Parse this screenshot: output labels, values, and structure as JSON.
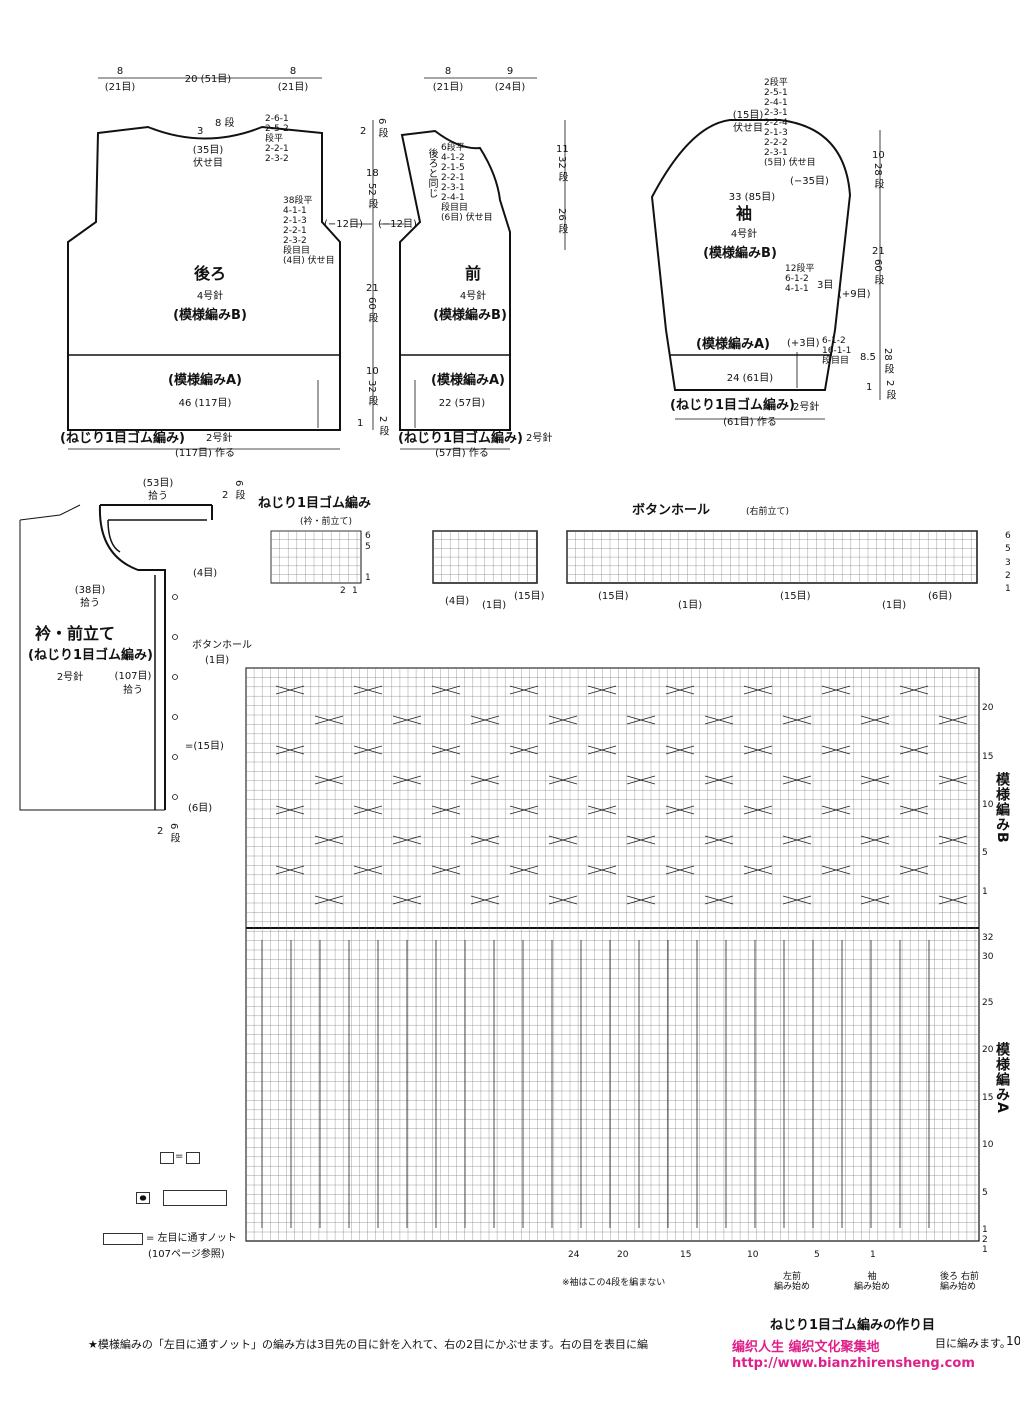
{
  "back": {
    "title": "後ろ",
    "needle": "4号針",
    "pattern_b": "(模様編みB)",
    "pattern_a": "(模様編みA)",
    "rib": "(ねじり1目ゴム編み)",
    "rib_needle": "2号針",
    "width_left": "8",
    "width_left_st": "(21目)",
    "width_mid": "20 (51目)",
    "width_right": "8",
    "width_right_st": "(21目)",
    "neck_depth": "3",
    "neck_rows": "8 段",
    "neck_bind": "(35目)",
    "neck_bind2": "伏せ目",
    "shoulder_dec": "2-6-1\n2-5-2\n段平\n2-2-1\n2-3-2",
    "armhole_dec": "38段平\n4-1-1\n2-1-3\n2-2-1\n2-3-2\n段目目\n(4目) 伏せ目",
    "armhole_dec_count": "(−12目)",
    "body_width": "46 (117目)",
    "cast_on": "(117目) 作る"
  },
  "front": {
    "title": "前",
    "needle": "4号針",
    "pattern_b": "(模様編みB)",
    "pattern_a": "(模様編みA)",
    "rib": "(ねじり1目ゴム編み)",
    "rib_needle": "2号針",
    "w_left": "8",
    "w_left_st": "(21目)",
    "w_right": "9",
    "w_right_st": "(24目)",
    "neck_dec": "6段平\n4-1-2\n2-1-5\n2-2-1\n2-3-1\n2-4-1\n段目目\n(6目) 伏せ目",
    "same_as_back": "後ろと同じ",
    "armhole_count": "(−12目)",
    "body_width": "22 (57目)",
    "cast_on": "(57目) 作る"
  },
  "sleeve": {
    "title": "袖",
    "needle": "4号針",
    "pattern_b": "(模様編みB)",
    "pattern_a": "(模様編みA)",
    "rib": "(ねじり1目ゴム編み)",
    "rib_needle": "2号針",
    "cap_bind": "(15目)",
    "cap_bind2": "伏せ目",
    "cap_dec": "2段平\n2-5-1\n2-4-1\n2-3-1\n2-2-4\n2-1-3\n2-2-2\n2-3-1\n(5目) 伏せ目",
    "cap_count": "(−35目)",
    "upper_width": "33 (85目)",
    "inc_upper": "12段平\n6-1-2\n4-1-1",
    "inc_upper_times": "3目",
    "inc_upper_count": "(+9目)",
    "inc_lower": "6-1-2\n16-1-1\n段目目",
    "inc_lower_count": "(+3目)",
    "lower_width": "24 (61目)",
    "cast_on": "(61目) 作る"
  },
  "dimensions": {
    "back_h1": "2",
    "back_h1_rows": "6 段",
    "back_h2": "18",
    "back_h2_rows": "52 段",
    "back_h3": "21",
    "back_h3_rows": "60 段",
    "back_h4": "10",
    "back_h4_rows": "32 段",
    "back_h5": "1",
    "back_h5_rows": "2 段",
    "front_h1": "11",
    "front_h1_rows": "32 段",
    "front_h2": "26 段",
    "sl_h1": "10",
    "sl_h1_rows": "28 段",
    "sl_h2": "21",
    "sl_h2_rows": "60 段",
    "sl_h3": "8.5",
    "sl_h3_rows": "28 段",
    "sl_h4": "1",
    "sl_h4_rows": "2 段"
  },
  "collar": {
    "title": "衿・前立て",
    "rib": "(ねじり1目ゴム編み)",
    "needle": "2号針",
    "pick_top": "(53目)",
    "pick_top2": "拾う",
    "top_rows": "2",
    "top_rows2": "6 段",
    "four": "(4目)",
    "pick_mid": "(38目)",
    "pick_mid2": "拾う",
    "buttonhole": "ボタンホール",
    "buttonhole_count": "(1目)",
    "pick_front": "(107目)",
    "pick_front2": "拾う",
    "fifteen": "=(15目)",
    "six": "(6目)",
    "bottom_rows": "2",
    "bottom_rows2": "6 段"
  },
  "rib_chart": {
    "title": "ねじり1目ゴム編み",
    "subtitle": "(衿・前立て)",
    "row_nums": [
      "6",
      "5",
      "1"
    ],
    "col_nums": [
      "2",
      "1"
    ]
  },
  "buttonhole_chart": {
    "title": "ボタンホール",
    "subtitle": "(右前立て)",
    "labels": [
      "(4目)",
      "(1目)",
      "(15目)",
      "(15目)",
      "(1目)",
      "(15目)",
      "(1目)",
      "(6目)"
    ],
    "rows": [
      "6",
      "5",
      "3",
      "2",
      "1"
    ]
  },
  "main_chart": {
    "label_b": "模様編みB",
    "label_a": "模様編みA",
    "b_rows": [
      "20",
      "15",
      "10",
      "5",
      "1"
    ],
    "a_rows": [
      "32",
      "30",
      "25",
      "20",
      "15",
      "10",
      "5",
      "1",
      "2",
      "1"
    ],
    "bottom_cols": [
      "24",
      "20",
      "15",
      "10",
      "5",
      "1"
    ],
    "note_sleeve": "※袖はこの4段を編まない",
    "start_front_left": "左前\n編み始め",
    "start_sleeve": "袖\n編み始め",
    "start_back_right": "後ろ 右前\n編み始め",
    "cast_on_title": "ねじり1目ゴム編みの作り目",
    "legend_blank": "=",
    "legend_knot": "= 左目に通すノット",
    "legend_ref": "(107ページ参照)"
  },
  "footer": {
    "note": "★模様編みの「左目に通すノット」の編み方は3目先の目に針を入れて、右の2目にかぶせます。右の目を表目に編",
    "note_tail": "目に編みます。",
    "watermark1": "编织人生 编织文化聚集地",
    "watermark2": "http://www.bianzhirensheng.com",
    "page": "10"
  }
}
